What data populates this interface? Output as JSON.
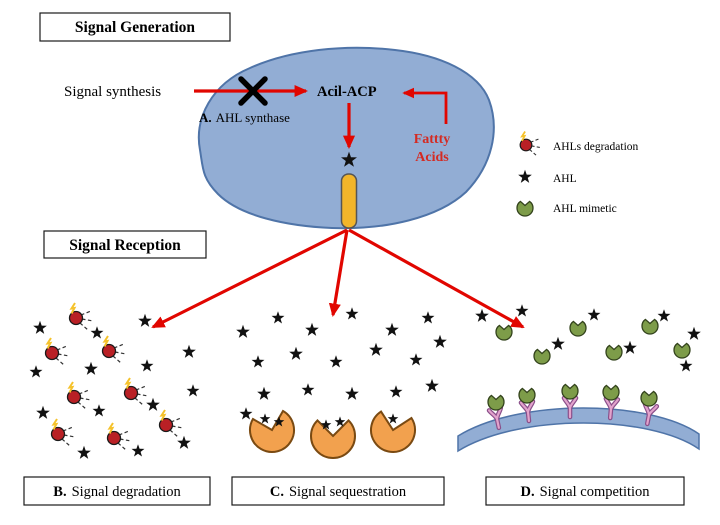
{
  "figure": {
    "section_titles": {
      "generation": "Signal Generation",
      "reception": "Signal Reception"
    },
    "generation": {
      "signal_synthesis": "Signal synthesis",
      "acil_acp": "Acil-ACP",
      "synthase_prefix": "A.",
      "synthase_label": "AHL synthase",
      "fatty_line1": "Fattty",
      "fatty_line2": "Acids"
    },
    "legend": {
      "items": [
        {
          "icon": "ahl-degradation-icon",
          "label": "AHLs degradation"
        },
        {
          "icon": "ahl-star-icon",
          "label": "AHL"
        },
        {
          "icon": "ahl-mimetic-icon",
          "label": "AHL mimetic"
        }
      ]
    },
    "panels": [
      {
        "prefix": "B.",
        "label": "Signal degradation"
      },
      {
        "prefix": "C.",
        "label": "Signal sequestration"
      },
      {
        "prefix": "D.",
        "label": "Signal competition"
      }
    ]
  },
  "colors": {
    "cell-fill": "#92add4",
    "cell-stroke": "#4f74a8",
    "arrow-red": "#e10600",
    "channel-fill": "#f2b52a",
    "pacman-fill": "#f2a14e",
    "pacman-stroke": "#7a4a12",
    "mimetic-fill": "#7d9c49",
    "mimetic-stroke": "#33431c",
    "degradation-fill": "#b92025",
    "receptor-pink": "#e2a3cc",
    "receptor-outline": "#8a4f8a",
    "lightning-yellow": "#f5c22b",
    "fatty-acids-text": "#d42a22",
    "star-black": "#111111"
  }
}
